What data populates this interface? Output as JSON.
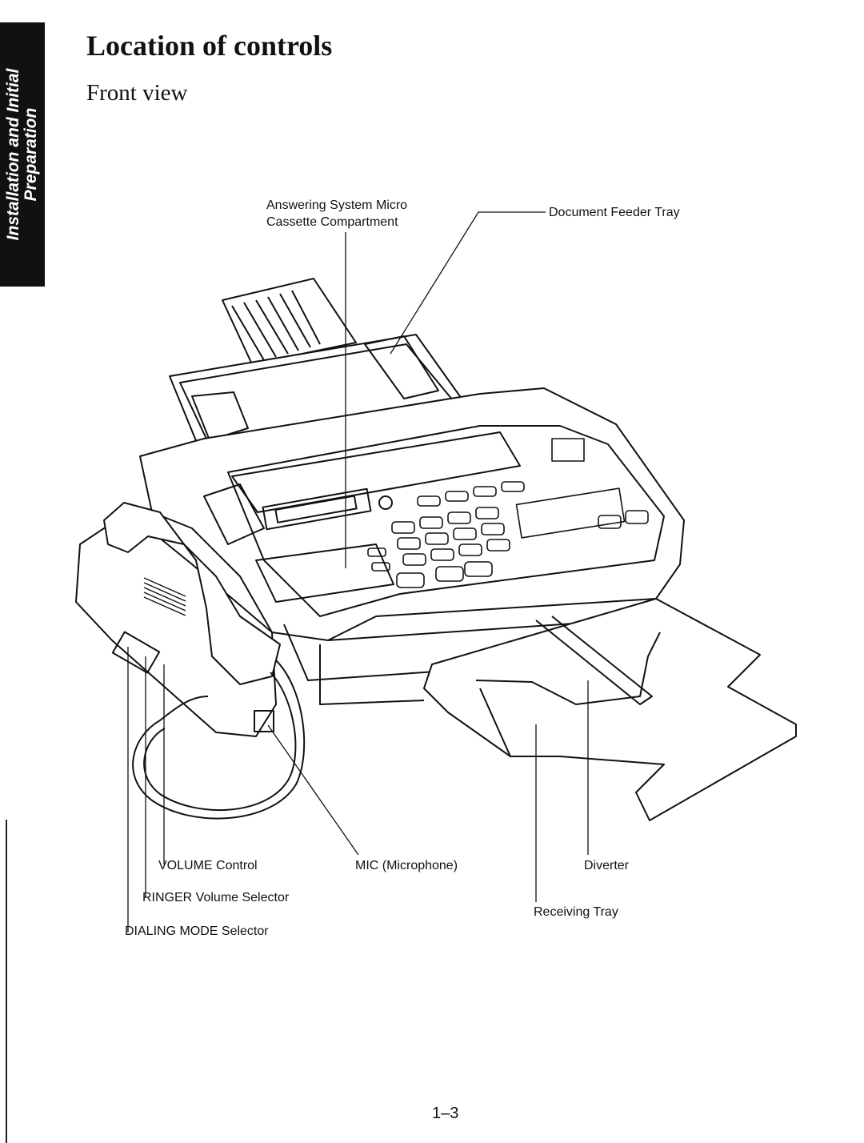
{
  "side_tab": {
    "line1": "Installation and Initial",
    "line2": "Preparation"
  },
  "title": "Location of controls",
  "subtitle": "Front view",
  "labels": {
    "cassette_line1": "Answering System Micro",
    "cassette_line2": "Cassette Compartment",
    "document_feeder_tray": "Document Feeder Tray",
    "volume_control": "VOLUME Control",
    "ringer_volume_selector": "RINGER Volume Selector",
    "dialing_mode_selector": "DIALING MODE Selector",
    "mic": "MIC (Microphone)",
    "diverter": "Diverter",
    "receiving_tray": "Receiving Tray"
  },
  "page_number": "1–3"
}
